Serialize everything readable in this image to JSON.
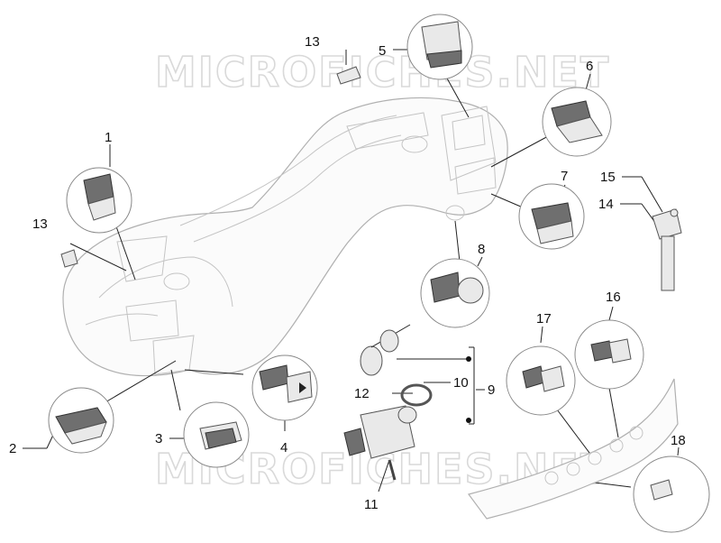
{
  "watermark": {
    "text": "MICROFICHES.NET"
  },
  "callouts": {
    "c1": "1",
    "c2": "2",
    "c3": "3",
    "c4": "4",
    "c5": "5",
    "c6": "6",
    "c7": "7",
    "c8": "8",
    "c9": "9",
    "c10": "10",
    "c11": "11",
    "c12": "12",
    "c13a": "13",
    "c13b": "13",
    "c14": "14",
    "c15": "15",
    "c16": "16",
    "c17": "17",
    "c18": "18"
  }
}
